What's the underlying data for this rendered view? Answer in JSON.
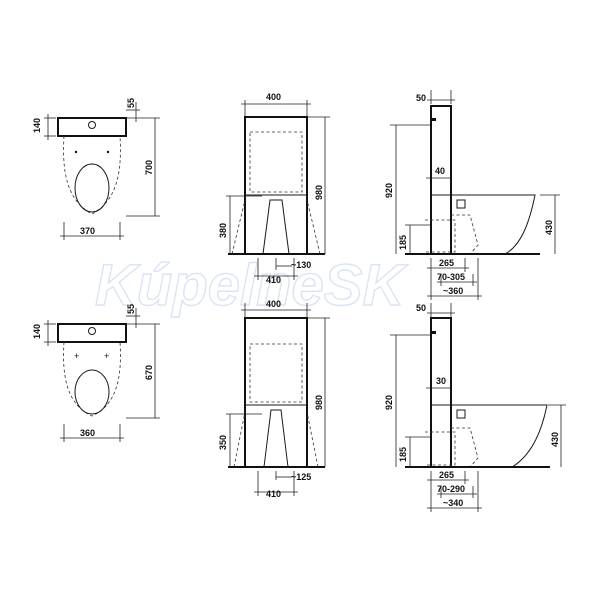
{
  "watermark": "KúpelneSK",
  "top_row": {
    "plan": {
      "d140": "140",
      "d55": "55",
      "d700": "700",
      "d370": "370"
    },
    "front": {
      "d400": "400",
      "d980": "980",
      "d380": "380",
      "d410": "410",
      "d130": "~130"
    },
    "side": {
      "d50": "50",
      "d40": "40",
      "d920": "920",
      "d430": "430",
      "d185": "185",
      "d265": "265",
      "d70_305": "70-305",
      "d360": "~360"
    }
  },
  "bottom_row": {
    "plan": {
      "d140": "140",
      "d55": "55",
      "d670": "670",
      "d360": "360"
    },
    "front": {
      "d400": "400",
      "d980": "980",
      "d350": "350",
      "d410": "410",
      "d125": "~125"
    },
    "side": {
      "d50": "50",
      "d30": "30",
      "d920": "920",
      "d430": "430",
      "d185": "185",
      "d265": "265",
      "d70_290": "70-290",
      "d340": "~340"
    }
  }
}
